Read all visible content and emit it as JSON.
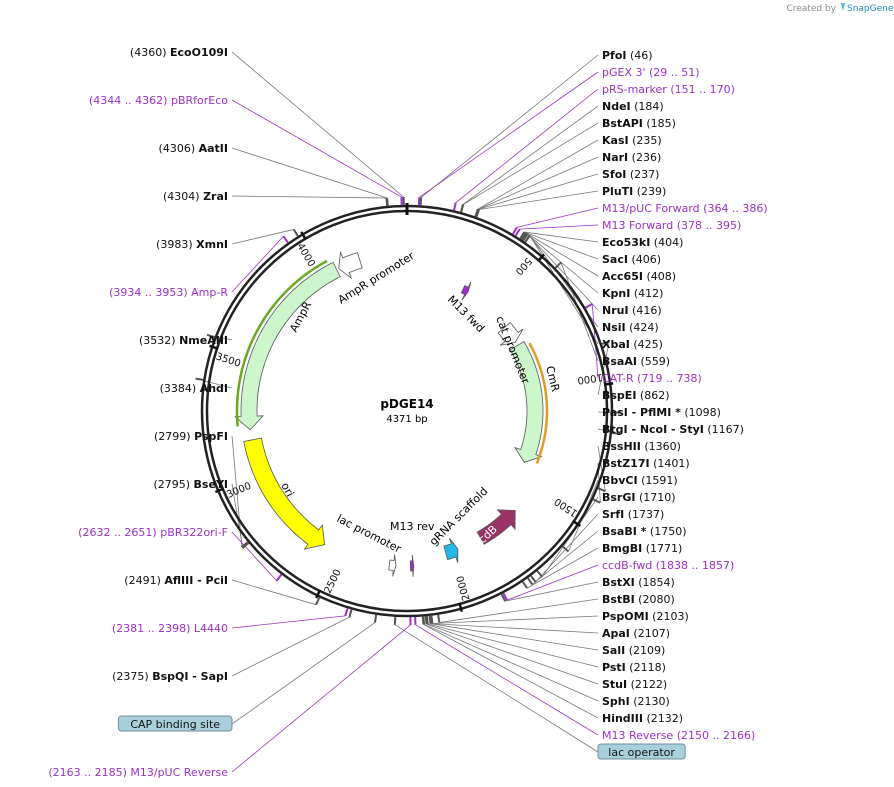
{
  "credit": {
    "created_by": "Created by",
    "app": "SnapGene"
  },
  "plasmid": {
    "name": "pDGE14",
    "size_label": "4371 bp",
    "length": 4371
  },
  "ticks": [
    500,
    1000,
    1500,
    2000,
    2500,
    3000,
    3500,
    4000
  ],
  "features": [
    {
      "name": "AmpR",
      "start": 3195,
      "end": 4050,
      "dir": -1,
      "color": "#ccf5cc"
    },
    {
      "name": "AmpR promoter",
      "start": 4060,
      "end": 4160,
      "dir": -1,
      "color": "#ffffff"
    },
    {
      "name": "cat promoter",
      "start": 600,
      "end": 700,
      "dir": 1,
      "color": "#ffffff"
    },
    {
      "name": "CmR",
      "start": 720,
      "end": 1380,
      "dir": 1,
      "color": "#ccf5cc"
    },
    {
      "name": "ori",
      "start": 2570,
      "end": 3150,
      "dir": -1,
      "color": "#ffff00"
    },
    {
      "name": "ccdB",
      "start": 1610,
      "end": 1820,
      "dir": -1,
      "color": "#993366"
    },
    {
      "name": "gRNA scaffold",
      "start": 1940,
      "end": 2000,
      "dir": -1,
      "color": "#22b8e8"
    },
    {
      "name": "M13 fwd",
      "start": 300,
      "end": 330,
      "dir": 1,
      "color": "#9b30c8"
    },
    {
      "name": "lac promoter",
      "start": 2235,
      "end": 2265,
      "dir": -1,
      "color": "#ffffff"
    },
    {
      "name": "M13 rev",
      "start": 2155,
      "end": 2170,
      "dir": -1,
      "color": "#9b30c8"
    }
  ],
  "inner_labels": {
    "ampr": "AmpR",
    "ampr_promoter": "AmpR promoter",
    "m13_fwd": "M13 fwd",
    "cat_promoter": "cat promoter",
    "cmr": "CmR",
    "ori": "ori",
    "lac_promoter": "lac promoter",
    "m13_rev": "M13 rev",
    "grna_scaffold": "gRNA scaffold",
    "ccdb": "ccdB"
  },
  "sites": [
    {
      "pos": 4360,
      "name": "EcoO109I",
      "num": "(4360)",
      "side": "L",
      "kind": "enzyme"
    },
    {
      "pos": 4353,
      "name": "pBRforEco",
      "num": "(4344 .. 4362)",
      "side": "L",
      "kind": "primer"
    },
    {
      "pos": 4306,
      "name": "AatII",
      "num": "(4306)",
      "side": "L",
      "kind": "enzyme"
    },
    {
      "pos": 4304,
      "name": "ZraI",
      "num": "(4304)",
      "side": "L",
      "kind": "enzyme"
    },
    {
      "pos": 3983,
      "name": "XmnI",
      "num": "(3983)",
      "side": "L",
      "kind": "enzyme"
    },
    {
      "pos": 3943,
      "name": "Amp-R",
      "num": "(3934 .. 3953)",
      "side": "L",
      "kind": "primer"
    },
    {
      "pos": 3532,
      "name": "NmeAIII",
      "num": "(3532)",
      "side": "L",
      "kind": "enzyme"
    },
    {
      "pos": 3384,
      "name": "AhdI",
      "num": "(3384)",
      "side": "L",
      "kind": "enzyme"
    },
    {
      "pos": 2799,
      "name": "PspFI",
      "num": "(2799)",
      "side": "L",
      "kind": "enzyme"
    },
    {
      "pos": 2795,
      "name": "BseYI",
      "num": "(2795)",
      "side": "L",
      "kind": "enzyme"
    },
    {
      "pos": 2641,
      "name": "pBR322ori-F",
      "num": "(2632 .. 2651)",
      "side": "L",
      "kind": "primer"
    },
    {
      "pos": 2491,
      "name": "AflIII - PciI",
      "num": "(2491)",
      "side": "L",
      "kind": "enzyme"
    },
    {
      "pos": 2389,
      "name": "L4440",
      "num": "(2381 .. 2398)",
      "side": "L",
      "kind": "primer"
    },
    {
      "pos": 2375,
      "name": "BspQI - SapI",
      "num": "(2375)",
      "side": "L",
      "kind": "enzyme"
    },
    {
      "pos": 2290,
      "name": "CAP binding site",
      "num": "",
      "side": "L",
      "kind": "box"
    },
    {
      "pos": 2174,
      "name": "M13/pUC Reverse",
      "num": "(2163 .. 2185)",
      "side": "L",
      "kind": "primer"
    },
    {
      "pos": 46,
      "name": "PfoI",
      "num": "(46)",
      "side": "R",
      "kind": "enzyme"
    },
    {
      "pos": 40,
      "name": "pGEX 3'",
      "num": "(29 .. 51)",
      "side": "R",
      "kind": "primer"
    },
    {
      "pos": 160,
      "name": "pRS-marker",
      "num": "(151 .. 170)",
      "side": "R",
      "kind": "primer"
    },
    {
      "pos": 184,
      "name": "NdeI",
      "num": "(184)",
      "side": "R",
      "kind": "enzyme"
    },
    {
      "pos": 185,
      "name": "BstAPI",
      "num": "(185)",
      "side": "R",
      "kind": "enzyme"
    },
    {
      "pos": 235,
      "name": "KasI",
      "num": "(235)",
      "side": "R",
      "kind": "enzyme"
    },
    {
      "pos": 236,
      "name": "NarI",
      "num": "(236)",
      "side": "R",
      "kind": "enzyme"
    },
    {
      "pos": 237,
      "name": "SfoI",
      "num": "(237)",
      "side": "R",
      "kind": "enzyme"
    },
    {
      "pos": 239,
      "name": "PluTI",
      "num": "(239)",
      "side": "R",
      "kind": "enzyme"
    },
    {
      "pos": 375,
      "name": "M13/pUC Forward",
      "num": "(364 .. 386)",
      "side": "R",
      "kind": "primer"
    },
    {
      "pos": 386,
      "name": "M13 Forward",
      "num": "(378 .. 395)",
      "side": "R",
      "kind": "primer"
    },
    {
      "pos": 404,
      "name": "Eco53kI",
      "num": "(404)",
      "side": "R",
      "kind": "enzyme"
    },
    {
      "pos": 406,
      "name": "SacI",
      "num": "(406)",
      "side": "R",
      "kind": "enzyme"
    },
    {
      "pos": 408,
      "name": "Acc65I",
      "num": "(408)",
      "side": "R",
      "kind": "enzyme"
    },
    {
      "pos": 412,
      "name": "KpnI",
      "num": "(412)",
      "side": "R",
      "kind": "enzyme"
    },
    {
      "pos": 416,
      "name": "NruI",
      "num": "(416)",
      "side": "R",
      "kind": "enzyme"
    },
    {
      "pos": 424,
      "name": "NsiI",
      "num": "(424)",
      "side": "R",
      "kind": "enzyme"
    },
    {
      "pos": 425,
      "name": "XbaI",
      "num": "(425)",
      "side": "R",
      "kind": "enzyme"
    },
    {
      "pos": 559,
      "name": "BsaAI",
      "num": "(559)",
      "side": "R",
      "kind": "enzyme"
    },
    {
      "pos": 728,
      "name": "CAT-R",
      "num": "(719 .. 738)",
      "side": "R",
      "kind": "primer"
    },
    {
      "pos": 862,
      "name": "BspEI",
      "num": "(862)",
      "side": "R",
      "kind": "enzyme"
    },
    {
      "pos": 1098,
      "name": "PasI - PflMI *",
      "num": "(1098)",
      "side": "R",
      "kind": "enzyme"
    },
    {
      "pos": 1167,
      "name": "BtgI - NcoI - StyI",
      "num": "(1167)",
      "side": "R",
      "kind": "enzyme"
    },
    {
      "pos": 1360,
      "name": "BssHII",
      "num": "(1360)",
      "side": "R",
      "kind": "enzyme"
    },
    {
      "pos": 1401,
      "name": "BstZ17I",
      "num": "(1401)",
      "side": "R",
      "kind": "enzyme"
    },
    {
      "pos": 1591,
      "name": "BbvCI",
      "num": "(1591)",
      "side": "R",
      "kind": "enzyme"
    },
    {
      "pos": 1710,
      "name": "BsrGI",
      "num": "(1710)",
      "side": "R",
      "kind": "enzyme"
    },
    {
      "pos": 1737,
      "name": "SrfI",
      "num": "(1737)",
      "side": "R",
      "kind": "enzyme"
    },
    {
      "pos": 1750,
      "name": "BsaBI *",
      "num": "(1750)",
      "side": "R",
      "kind": "enzyme"
    },
    {
      "pos": 1771,
      "name": "BmgBI",
      "num": "(1771)",
      "side": "R",
      "kind": "enzyme"
    },
    {
      "pos": 1847,
      "name": "ccdB-fwd",
      "num": "(1838 .. 1857)",
      "side": "R",
      "kind": "primer"
    },
    {
      "pos": 1854,
      "name": "BstXI",
      "num": "(1854)",
      "side": "R",
      "kind": "enzyme"
    },
    {
      "pos": 2080,
      "name": "BstBI",
      "num": "(2080)",
      "side": "R",
      "kind": "enzyme"
    },
    {
      "pos": 2103,
      "name": "PspOMI",
      "num": "(2103)",
      "side": "R",
      "kind": "enzyme"
    },
    {
      "pos": 2107,
      "name": "ApaI",
      "num": "(2107)",
      "side": "R",
      "kind": "enzyme"
    },
    {
      "pos": 2109,
      "name": "SalI",
      "num": "(2109)",
      "side": "R",
      "kind": "enzyme"
    },
    {
      "pos": 2118,
      "name": "PstI",
      "num": "(2118)",
      "side": "R",
      "kind": "enzyme"
    },
    {
      "pos": 2122,
      "name": "StuI",
      "num": "(2122)",
      "side": "R",
      "kind": "enzyme"
    },
    {
      "pos": 2130,
      "name": "SphI",
      "num": "(2130)",
      "side": "R",
      "kind": "enzyme"
    },
    {
      "pos": 2132,
      "name": "HindIII",
      "num": "(2132)",
      "side": "R",
      "kind": "enzyme"
    },
    {
      "pos": 2158,
      "name": "M13 Reverse",
      "num": "(2150 .. 2166)",
      "side": "R",
      "kind": "primer"
    },
    {
      "pos": 2225,
      "name": "lac operator",
      "num": "",
      "side": "R",
      "kind": "box"
    }
  ]
}
